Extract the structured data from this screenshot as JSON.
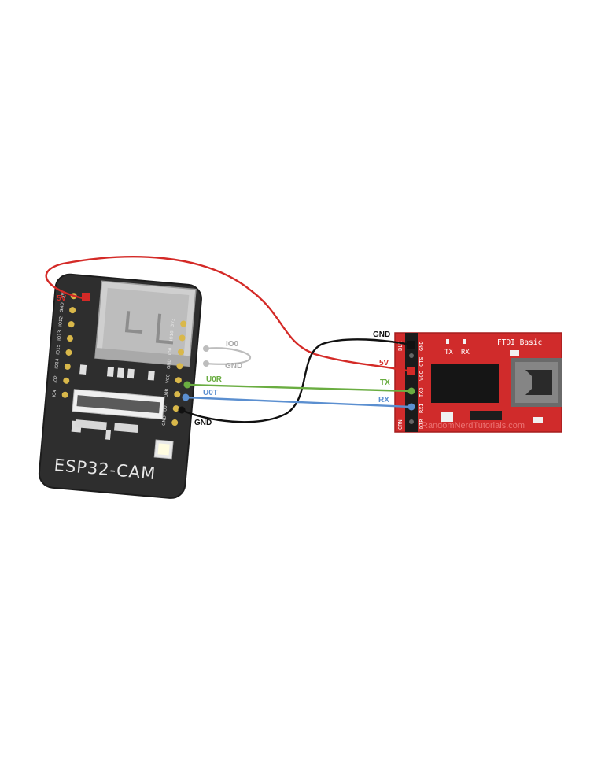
{
  "esp32": {
    "board_name": "ESP32-CAM",
    "left_pins": [
      "5V",
      "GND",
      "IO12",
      "IO13",
      "IO15",
      "IO14",
      "IO2",
      "IO4"
    ],
    "right_pins": [
      "3V3",
      "IO16",
      "IO0",
      "GND",
      "VCC",
      "U0R",
      "U0T",
      "GND"
    ]
  },
  "ftdi": {
    "title": "FTDI Basic",
    "led_labels": [
      "TX",
      "RX"
    ],
    "pins": [
      "BLK",
      "GND",
      "CTS",
      "VCC",
      "TXO",
      "RXI",
      "DTR",
      "GRN"
    ],
    "watermark": "RandomNerdTutorials.com"
  },
  "wires": {
    "esp_5v": "5V",
    "esp_io0": "IO0",
    "esp_gnd_jumper": "GND",
    "esp_u0r": "U0R",
    "esp_u0t": "U0T",
    "esp_gnd": "GND",
    "ftdi_gnd": "GND",
    "ftdi_5v": "5V",
    "ftdi_tx": "TX",
    "ftdi_rx": "RX"
  },
  "colors": {
    "wire_red": "#d42a27",
    "wire_black": "#111111",
    "wire_green": "#6aad41",
    "wire_blue": "#5b8fd0",
    "wire_gray": "#bdbdbd",
    "board_dark": "#2c2c2c",
    "ftdi_red": "#d02b2b"
  }
}
